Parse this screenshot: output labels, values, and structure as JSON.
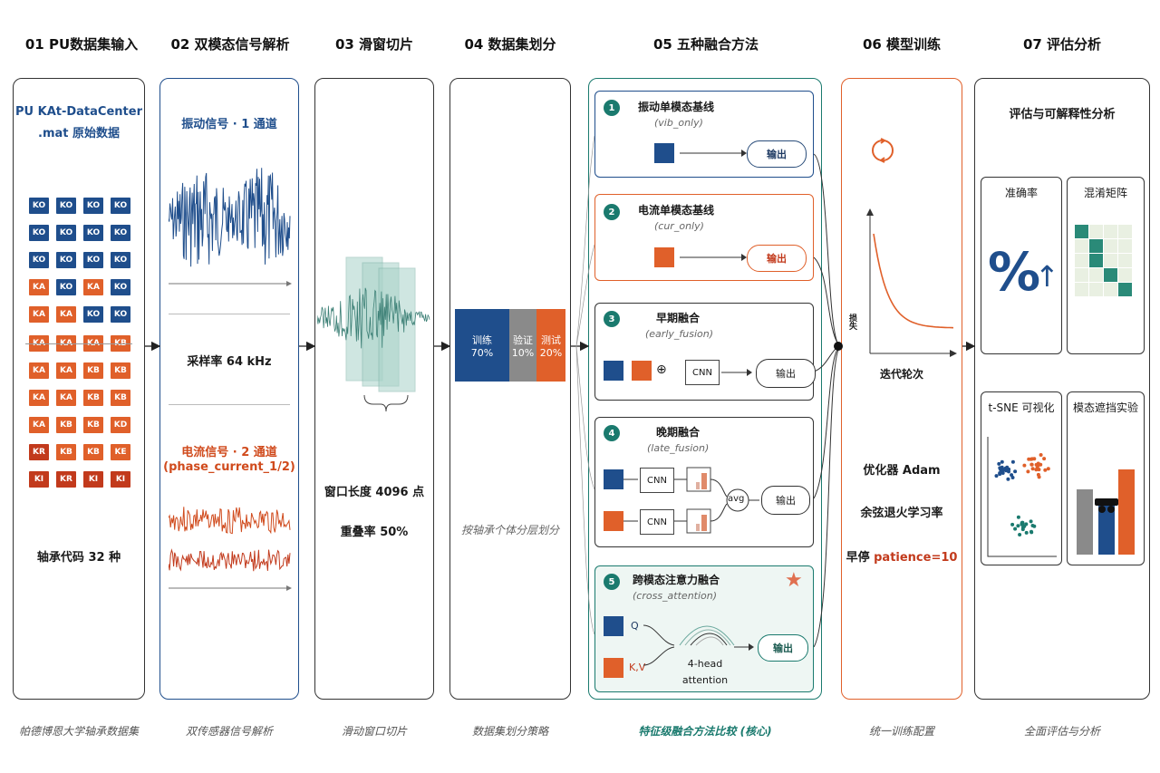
{
  "columns": [
    {
      "title": "01 PU数据集输入",
      "footer": "帕德博恩大学轴承数据集"
    },
    {
      "title": "02 双模态信号解析",
      "footer": "双传感器信号解析"
    },
    {
      "title": "03 滑窗切片",
      "footer": "滑动窗口切片"
    },
    {
      "title": "04 数据集划分",
      "footer": "数据集划分策略"
    },
    {
      "title": "05 五种融合方法",
      "footer": "特征级融合方法比较 (核心)"
    },
    {
      "title": "06 模型训练",
      "footer": "统一训练配置"
    },
    {
      "title": "07 评估分析",
      "footer": "全面评估与分析"
    }
  ],
  "col1": {
    "source_line1": "PU KAt-DataCenter",
    "source_line2": ".mat 原始数据",
    "chips": [
      [
        "KO",
        "KO",
        "KO",
        "KO"
      ],
      [
        "KO",
        "KO",
        "KO",
        "KO"
      ],
      [
        "KO",
        "KO",
        "KO",
        "KO"
      ],
      [
        "KA",
        "KO",
        "KA",
        "KO"
      ],
      [
        "KA",
        "KA",
        "KO",
        "KO"
      ],
      [
        "KA",
        "KA",
        "KA",
        "KB"
      ],
      [
        "KA",
        "KA",
        "KB",
        "KB"
      ],
      [
        "KA",
        "KA",
        "KB",
        "KB"
      ],
      [
        "KA",
        "KB",
        "KB",
        "KD"
      ],
      [
        "KR",
        "KB",
        "KB",
        "KE"
      ],
      [
        "KI",
        "KR",
        "KI",
        "KI"
      ]
    ],
    "caption": "轴承代码 32 种"
  },
  "col2": {
    "vib_label": "振动信号 · 1 通道",
    "sample_rate": "采样率 64 kHz",
    "cur_label1": "电流信号 · 2 通道",
    "cur_label2": "(phase_current_1/2)"
  },
  "col3": {
    "window": "窗口长度 4096 点",
    "overlap": "重叠率 50%"
  },
  "col4": {
    "train_label": "训练",
    "train_pct": "70%",
    "val_label": "验证",
    "val_pct": "10%",
    "test_label": "测试",
    "test_pct": "20%",
    "strategy": "按轴承个体分层划分"
  },
  "col5": {
    "methods": [
      {
        "num": "1",
        "title": "振动单模态基线",
        "code": "(vib_only)",
        "out": "输出"
      },
      {
        "num": "2",
        "title": "电流单模态基线",
        "code": "(cur_only)",
        "out": "输出"
      },
      {
        "num": "3",
        "title": "早期融合",
        "code": "(early_fusion)",
        "out": "输出",
        "op": "⊕",
        "cnn": "CNN"
      },
      {
        "num": "4",
        "title": "晚期融合",
        "code": "(late_fusion)",
        "out": "输出",
        "cnn": "CNN",
        "avg": "avg"
      },
      {
        "num": "5",
        "title": "跨模态注意力融合",
        "code": "(cross_attention)",
        "out": "输出",
        "q": "Q",
        "kv": "K,V",
        "attn1": "4-head",
        "attn2": "attention"
      }
    ]
  },
  "col6": {
    "ylabel": "损失",
    "xlabel": "迭代轮次",
    "optimizer": "优化器 Adam",
    "schedule": "余弦退火学习率",
    "early_stop_label": "早停",
    "early_stop_value": "patience=10"
  },
  "col7": {
    "title": "评估与可解释性分析",
    "acc": "准确率",
    "cm": "混淆矩阵",
    "tsne": "t-SNE 可视化",
    "ablation": "模态遮挡实验",
    "percent_symbol": "%"
  },
  "colors": {
    "blue": "#1f4e8c",
    "orange": "#e0602a",
    "teal": "#1a7a6e",
    "gray": "#8a8a8a"
  }
}
